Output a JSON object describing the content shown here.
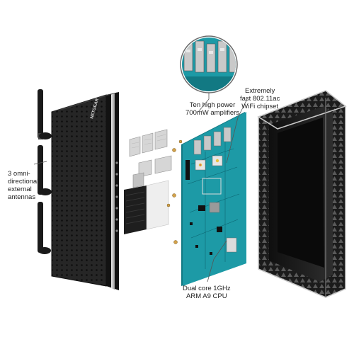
{
  "labels": {
    "antennas": [
      "3 omni-",
      "directional",
      "external",
      "antennas"
    ],
    "amplifiers": [
      "Ten high power",
      "700mW amplifiers"
    ],
    "chipset": [
      "Extremely",
      "fast 802.11ac",
      "WiFi chipset"
    ],
    "cpu": [
      "Dual core 1GHz",
      "ARM A9 CPU"
    ]
  },
  "brand_text": "NETGEAR",
  "colors": {
    "board": "#1d9aa6",
    "board_dark": "#127983",
    "case": "#262626",
    "case_edge": "#c9c9c9",
    "chip": "#c8c8c8",
    "leader": "#555555"
  }
}
